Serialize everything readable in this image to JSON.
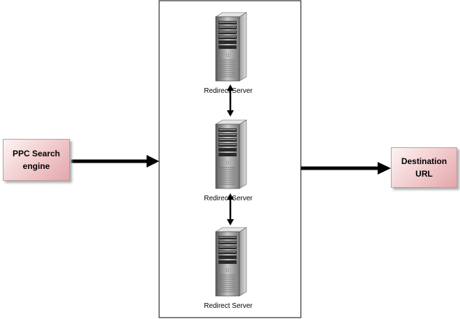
{
  "diagram": {
    "source_node": {
      "label": "PPC Search engine"
    },
    "destination_node": {
      "label": "Destination URL"
    },
    "servers": [
      {
        "label": "Redirect Server"
      },
      {
        "label": "Redirect Server"
      },
      {
        "label": "Redirect Server"
      }
    ],
    "server_icon": "server-tower-icon",
    "colors": {
      "node_fill_light": "#fdf3f3",
      "node_fill_dark": "#e3a7ab",
      "arrow": "#000000",
      "server_body": "#8f8f8f"
    }
  }
}
